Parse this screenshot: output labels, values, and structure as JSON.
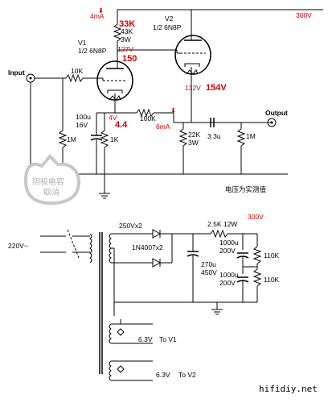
{
  "labels": {
    "input": "Input",
    "output": "Output",
    "r_in": "10K",
    "r_grid": "1M",
    "cap_k1_a": "100u",
    "cap_k1_b": "16V",
    "r_k1": "1K",
    "r_fb": "100K",
    "v1_name": "V1",
    "v1_type": "1/2 6N8P",
    "v2_name": "V2",
    "v2_type": "1/2 6N8P",
    "r_load_a": "43K",
    "r_load_b": "3W",
    "r_k2_a": "22K",
    "r_k2_b": "3W",
    "cap_out": "3.3u",
    "r_out": "1M",
    "hv_top": "300V",
    "note": "电压为实测值",
    "mains": "220V~",
    "hv_psu": "250Vx2",
    "diodes": "1N4007x2",
    "cap_filter_a": "270u",
    "cap_filter_b": "450V",
    "r_psu": "2.5K 12W",
    "hv_psu_out": "300V",
    "cap_psu1_a": "1000u",
    "cap_psu1_b": "200V",
    "cap_psu2_a": "1000u",
    "cap_psu2_b": "200V",
    "r_bleed1": "110K",
    "r_bleed2": "110K",
    "heater1_v": "6.3V",
    "heater1_to": "To V1",
    "heater2_v": "6.3V",
    "heater2_to": "To V2",
    "watermark": "hifidiy.net"
  },
  "measured": {
    "i_v1": "4mA",
    "r_v1_load": "33K",
    "v_plate1": "127V",
    "v_plate1_big": "150",
    "v_cathode1": "4V",
    "v_cathode1_big": "4.4",
    "i_v2": "6mA",
    "v_cathode2": "132V",
    "v_cathode2_big": "154V"
  },
  "stamp": {
    "line1": "阴极电容",
    "line2": "取消"
  },
  "colors": {
    "measured": "#cc0000",
    "wire": "#000000",
    "stamp": "#b0b0b0"
  }
}
